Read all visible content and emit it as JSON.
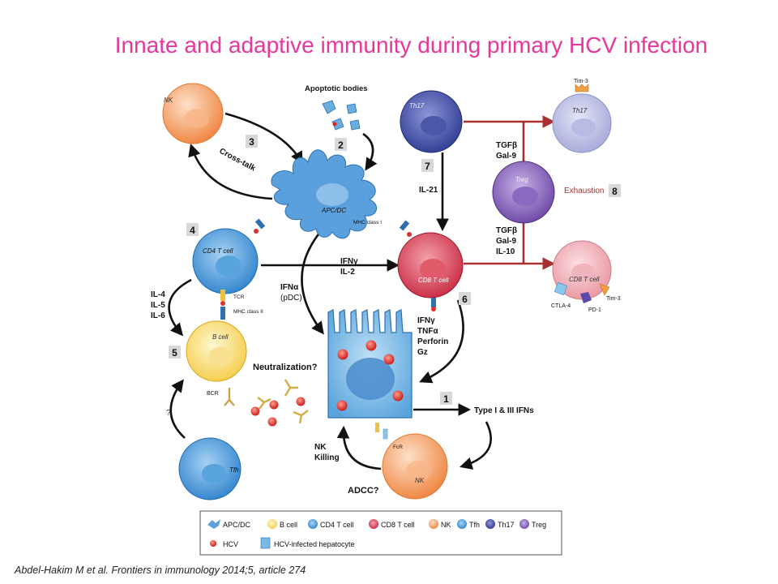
{
  "title": "Innate and adaptive immunity during primary HCV infection",
  "citation": "Abdel-Hakim M et al. Frontiers in immunology 2014;5, article 274",
  "cells": {
    "nk_top": "NK",
    "apc": "APC/DC",
    "th17_left": "Th17",
    "th17_right": "Th17",
    "treg": "Treg",
    "cd4": "CD4 T cell",
    "cd8_center": "CD8 T cell",
    "cd8_right": "CD8 T cell",
    "b_cell": "B cell",
    "tfh": "Tfh",
    "nk_bottom": "NK"
  },
  "labels": {
    "apoptotic_bodies": "Apoptotic bodies",
    "cross_talk": "Cross-talk",
    "mhc1": "MHC class I",
    "mhc2": "MHC class II",
    "tcr": "TCR",
    "bcr": "BCR",
    "fcr": "FcR",
    "il21": "IL-21",
    "tgf1": "TGFβ",
    "gal9_1": "Gal-9",
    "tgf2": "TGFβ",
    "gal9_2": "Gal-9",
    "il10": "IL-10",
    "exhaustion": "Exhaustion",
    "tim3_top": "Tim-3",
    "tim3_bottom": "Tim-3",
    "ctla4": "CTLA-4",
    "pd1": "PD-1",
    "ifng_center": "IFNγ",
    "il2": "IL-2",
    "ifna": "IFNα",
    "pdc": "(pDC)",
    "il4": "IL-4",
    "il5": "IL-5",
    "il6": "IL-6",
    "ifng_right": "IFNγ",
    "tnfa": "TNFα",
    "perforin": "Perforin",
    "gz": "Gz",
    "neutralization": "Neutralization?",
    "type_ifn": "Type I & III IFNs",
    "nk_killing_1": "NK",
    "nk_killing_2": "Killing",
    "adcc": "ADCC?",
    "question": "?"
  },
  "steps": [
    "1",
    "2",
    "3",
    "4",
    "5",
    "6",
    "7",
    "8"
  ],
  "legend": {
    "items": [
      "APC/DC",
      "B cell",
      "CD4 T cell",
      "CD8 T cell",
      "NK",
      "Tfh",
      "Th17",
      "Treg",
      "HCV",
      "HCV-infected hepatocyte"
    ]
  },
  "colors": {
    "title": "#e6379b",
    "nk": "#f5a066",
    "apc": "#5aa0dc",
    "th17": "#3a4aa0",
    "treg": "#7a58b0",
    "cd4": "#4a98d8",
    "cd8": "#d83a50",
    "b_cell": "#f7d860",
    "tfh": "#4a98d8",
    "hepatocyte": "#7ab8e6",
    "hcv": "#e02020",
    "regulation_arrow": "#a83030"
  }
}
